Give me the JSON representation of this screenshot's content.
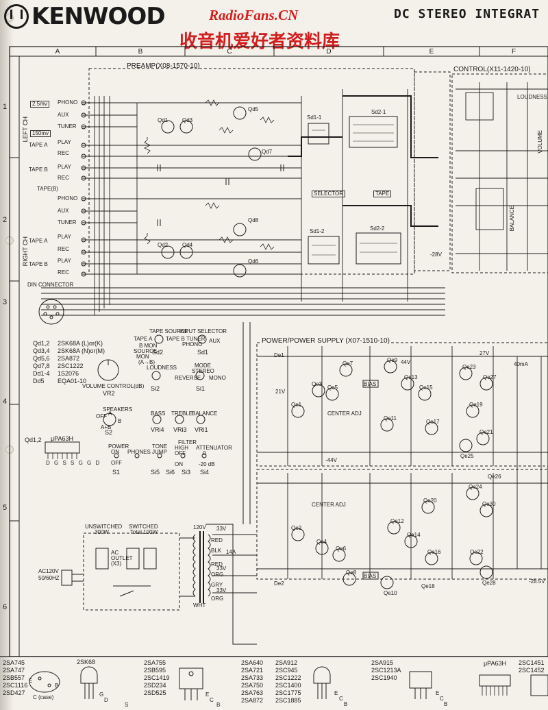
{
  "header": {
    "brand": "KENWOOD",
    "title": "DC STEREO INTEGRAT",
    "watermark": "RadioFans.CN",
    "watermark_cn": "收音机爱好者资料库"
  },
  "grid": {
    "columns": [
      "A",
      "B",
      "C",
      "D",
      "E",
      "F"
    ],
    "rows": [
      "1",
      "2",
      "3",
      "4",
      "5",
      "6"
    ]
  },
  "preamp": {
    "title": "PREAMP(X08-1570-10)",
    "left_ch": "LEFT CH",
    "right_ch": "RIGHT CH",
    "inputs_left": [
      "PHONO",
      "AUX",
      "TUNER",
      "PLAY",
      "REC",
      "PLAY",
      "REC"
    ],
    "inputs_right": [
      "PHONO",
      "AUX",
      "TUNER",
      "PLAY",
      "REC",
      "PLAY",
      "REC"
    ],
    "tape_a": "TAPE A",
    "tape_b": "TAPE B",
    "tape_b2": "TAPE(B)",
    "level1": "2.5mv",
    "level2": "150mv",
    "transistors": [
      "Qd1",
      "Qd3",
      "Qd5",
      "Qd7",
      "Qd2",
      "Qd4",
      "Qd6",
      "Qd8"
    ],
    "switches": [
      "Sd1-1",
      "Sd2-1",
      "Sd1-2",
      "Sd2-2"
    ],
    "selector": "SELECTOR",
    "tape": "TAPE",
    "din": "DIN CONNECTOR"
  },
  "control": {
    "title": "CONTROL(X11-1420-10)",
    "items": [
      "LOUDNESS",
      "VOLUME",
      "BALANCE"
    ]
  },
  "power": {
    "title": "POWER/POWER SUPPLY (X07-1510-10)",
    "transistors": [
      "Qe1",
      "Qe3",
      "Qe5",
      "Qe7",
      "Qe9",
      "Qe11",
      "Qe13",
      "Qe15",
      "Qe17",
      "Qe19",
      "Qe21",
      "Qe23",
      "Qe25",
      "Qe27",
      "Qe2",
      "Qe4",
      "Qe6",
      "Qe8",
      "Qe10",
      "Qe12",
      "Qe14",
      "Qe16",
      "Qe18",
      "Qe20",
      "Qe22",
      "Qe24",
      "Qe26",
      "Qe28",
      "Qe30"
    ],
    "diodes": [
      "De1",
      "De2"
    ],
    "labels": [
      "BIAS",
      "CENTER ADJ",
      "BIAS",
      "CENTER ADJ"
    ],
    "voltages": [
      "44V",
      "27V",
      "21V",
      "-44V",
      "-28V",
      "40mA",
      "-28.5V"
    ]
  },
  "semis": {
    "rows": [
      {
        "ref": "Qd1,2",
        "part": "2SK68A (L)or(K)"
      },
      {
        "ref": "Qd3,4",
        "part": "2SK68A (N)or(M)"
      },
      {
        "ref": "Qd5,6",
        "part": "2SA872"
      },
      {
        "ref": "Qd7,8",
        "part": "2SC1222"
      },
      {
        "ref": "Dd1-4",
        "part": "1S2076"
      },
      {
        "ref": "Dd5",
        "part": "EQA01-10"
      }
    ]
  },
  "front_panel": {
    "tape_source": "TAPE SOURCE",
    "tape_source_opts": [
      "TAPE A",
      "TAPE B",
      "B MON",
      "SOURCE",
      "MON",
      "(A→B)"
    ],
    "input_selector": "INPUT SELECTOR",
    "input_selector_opts": [
      "PHONO",
      "TUNER",
      "AUX"
    ],
    "sd2": "Sd2",
    "sd1": "Sd1",
    "volume": "VOLUME CONTROL(dB)",
    "vr2": "VR2",
    "loudness": "LOUDNESS",
    "si2": "Si2",
    "mode": "MODE",
    "mode_opts": [
      "STEREO",
      "REVERSE",
      "MONO"
    ],
    "si1": "Si1",
    "speakers": "SPEAKERS",
    "speakers_opts": [
      "OFF",
      "A",
      "B",
      "A+B"
    ],
    "s2": "S2",
    "bass": "BASS",
    "treble": "TREBLE",
    "balance": "BALANCE",
    "vr4": "VRi4",
    "vr3": "VRi3",
    "vr1": "VRi1",
    "ic": "μPA63H",
    "ic_ref": "Qd1,2",
    "ic_pins": "D G S S G G D",
    "power": "POWER",
    "power_opts": [
      "ON",
      "OFF"
    ],
    "s1": "S1",
    "phones": "PHONES",
    "tone": "TONE",
    "jump": "JUMP",
    "si5": "Si5",
    "si6": "Si6",
    "filter": "FILTER",
    "high": "HIGH",
    "attenuator": "ATTENUATOR",
    "filter_opts": [
      "OFF",
      "ON"
    ],
    "att_opts": [
      "0",
      "-20 dB"
    ],
    "si3": "Si3",
    "si4": "Si4"
  },
  "ac": {
    "unswitched": "UNSWITCHED",
    "unswitched_w": "300W",
    "switched": "SWITCHED",
    "switched_w": "Total 100W",
    "ac_in": "AC120V",
    "freq": "50/60HZ",
    "outlet": "AC OUTLET (X3)",
    "v120": "120V",
    "wires": [
      "RED",
      "BLK",
      "RED",
      "ORG",
      "GRY",
      "WHT",
      "ORG"
    ],
    "taps": [
      "33V",
      "33V",
      "33V",
      "14A"
    ]
  },
  "pinouts": [
    {
      "parts": [
        "2SA745",
        "2SA747",
        "2SB557",
        "2SC1116",
        "2SD427"
      ],
      "pins": [
        "E",
        "B",
        "C (case)"
      ]
    },
    {
      "parts": [
        "2SK68"
      ],
      "pins": [
        "G",
        "D",
        "S"
      ]
    },
    {
      "parts": [
        "2SA755",
        "2SB595",
        "2SC1419",
        "2SD234",
        "2SD525"
      ],
      "pins": [
        "E",
        "C",
        "B"
      ]
    },
    {
      "parts": [
        "2SA640",
        "2SA721",
        "2SA733",
        "2SA750",
        "2SA763",
        "2SA872"
      ],
      "pins": []
    },
    {
      "parts": [
        "2SA912",
        "2SC945",
        "2SC1222",
        "2SC1400",
        "2SC1775",
        "2SC1885"
      ],
      "pins": [
        "E",
        "C",
        "B"
      ]
    },
    {
      "parts": [
        "2SA915",
        "2SC1213A",
        "2SC1940"
      ],
      "pins": [
        "E",
        "C",
        "B"
      ]
    },
    {
      "parts": [
        "μPA63H"
      ],
      "pins": []
    },
    {
      "parts": [
        "2SC1451",
        "2SC1452"
      ],
      "pins": []
    }
  ]
}
